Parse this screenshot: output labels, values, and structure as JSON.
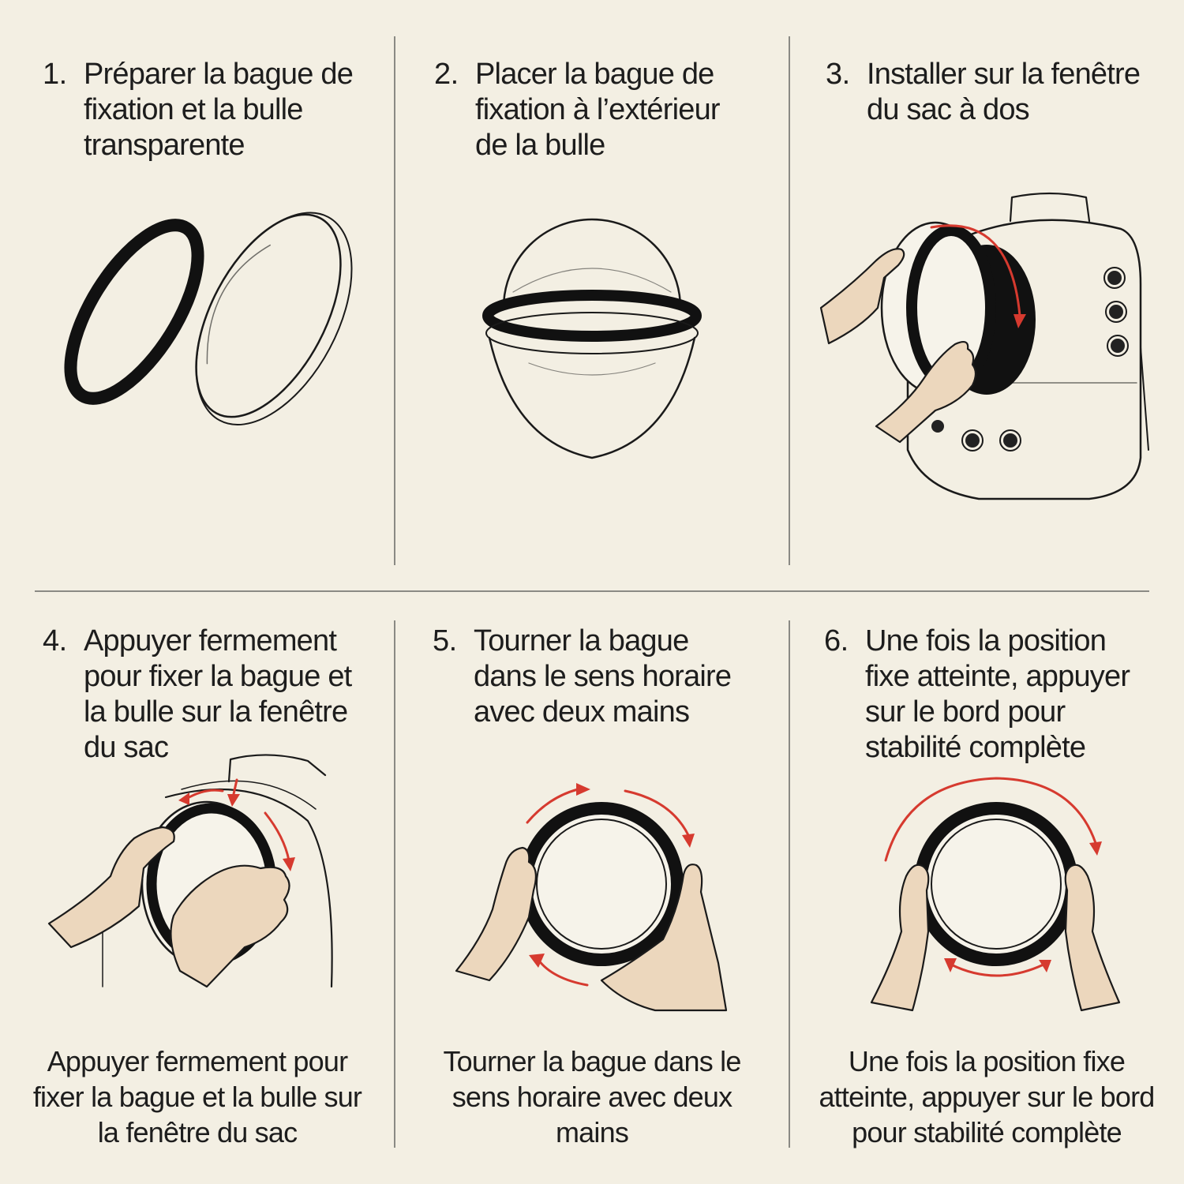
{
  "steps": [
    {
      "number": "1.",
      "text": "Préparer la bague de fixation et la bulle transparente",
      "illustration": "ring-and-bubble-icon"
    },
    {
      "number": "2.",
      "text": "Placer la bague de fixation à l’extérieur de la bulle",
      "illustration": "bubble-with-ring-icon"
    },
    {
      "number": "3.",
      "text": "Installer sur la fenêtre du sac à dos",
      "illustration": "backpack-install-icon"
    },
    {
      "number": "4.",
      "text": "Appuyer fermement pour fixer la bague et la bulle sur la fenêtre du sac",
      "illustration": "press-hands-icon",
      "caption": "Appuyer fermement pour fixer la bague et la bulle sur la fenêtre du sac"
    },
    {
      "number": "5.",
      "text": "Tourner la bague dans le sens horaire avec deux mains",
      "illustration": "rotate-hands-icon",
      "caption": "Tourner la bague dans le sens horaire avec deux mains"
    },
    {
      "number": "6.",
      "text": "Une fois la position fixe atteinte, appuyer sur le bord pour stabilité complète",
      "illustration": "edge-press-icon",
      "caption": "Une fois la position fixe atteinte, appuyer sur le bord pour stabilité complète"
    }
  ],
  "colors": {
    "background": "#f3efe3",
    "ink": "#1a1a1a",
    "skin": "#ecd7bd",
    "arrow": "#d63a2f",
    "divider": "#8a8a84"
  }
}
